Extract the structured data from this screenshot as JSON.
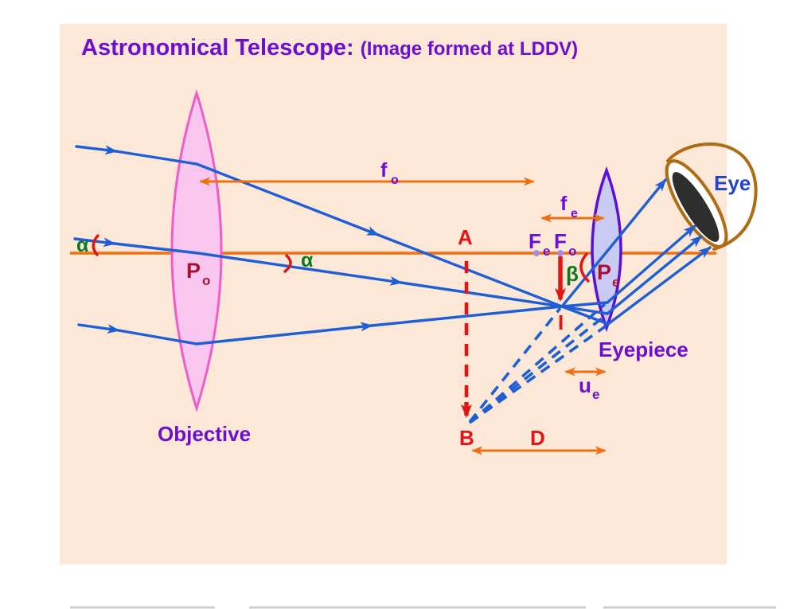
{
  "title": {
    "main": "Astronomical Telescope: ",
    "paren": "(Image formed at LDDV)"
  },
  "labels": {
    "objective": "Objective",
    "eyepiece": "Eyepiece",
    "eye": "Eye",
    "alpha_left": "α",
    "alpha_right": "α",
    "beta": "β",
    "point_A": "A",
    "point_B": "B",
    "distance_D": "D",
    "image_I": "I",
    "f_o": {
      "main": "f",
      "sub": "o"
    },
    "f_e": {
      "main": "f",
      "sub": "e"
    },
    "F_e": {
      "main": "F",
      "sub": "e"
    },
    "F_o": {
      "main": "F",
      "sub": "o"
    },
    "P_o": {
      "main": "P",
      "sub": "o"
    },
    "P_e": {
      "main": "P",
      "sub": "e"
    },
    "u_e": {
      "main": "u",
      "sub": "e"
    }
  },
  "colors": {
    "panel": "#fde8d8",
    "purple": "#6c0fd0",
    "ray": "#1e5fd6",
    "axis": "#ef7012",
    "red": "#e31414",
    "green": "#0a7a1e",
    "darkred": "#a81236",
    "pink": "#f25cc8",
    "pinkfill": "#f8c6ef",
    "violet": "#5b10d8",
    "violetfill": "#c9caf2",
    "brown": "#b06c12",
    "eyeblue": "#2244cc",
    "focusdot": "#9f8fe8"
  }
}
